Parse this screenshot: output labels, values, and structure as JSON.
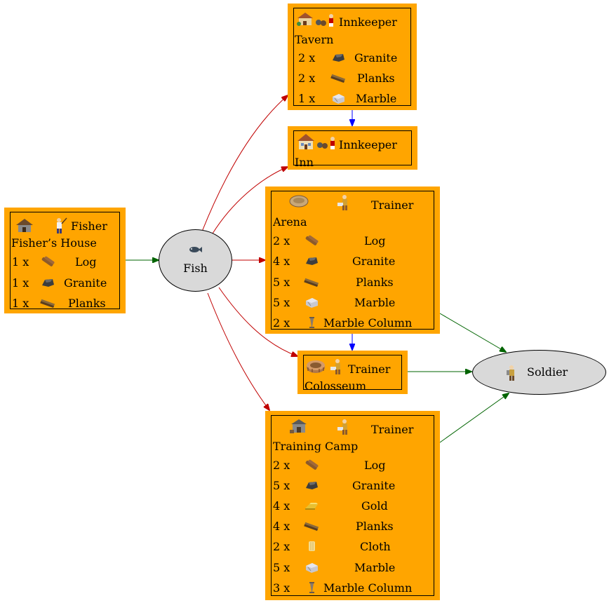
{
  "colors": {
    "building": "#ffa500",
    "ware": "#d9d9d9",
    "input_edge": "#008000",
    "output_edge": "#c00000",
    "upgrade_edge": "#0000ff"
  },
  "fishers_house": {
    "worker": "Fisher",
    "name": "Fisher’s House",
    "building_icon": "house-icon",
    "worker_icon": "fisher-icon",
    "costs": [
      {
        "qty": "1 x",
        "name": "Log",
        "icon": "log-icon"
      },
      {
        "qty": "1 x",
        "name": "Granite",
        "icon": "granite-icon"
      },
      {
        "qty": "1 x",
        "name": "Planks",
        "icon": "planks-icon"
      }
    ]
  },
  "fish": {
    "label": "Fish",
    "icon": "fish-icon"
  },
  "soldier": {
    "label": "Soldier",
    "icon": "soldier-icon"
  },
  "tavern": {
    "worker": "Innkeeper",
    "name": "Tavern",
    "building_icon": "tavern-icon",
    "worker_icon": "innkeeper-icon",
    "costs": [
      {
        "qty": "2 x",
        "name": "Granite",
        "icon": "granite-icon"
      },
      {
        "qty": "2 x",
        "name": "Planks",
        "icon": "planks-icon"
      },
      {
        "qty": "1 x",
        "name": "Marble",
        "icon": "marble-icon"
      }
    ]
  },
  "inn": {
    "worker": "Innkeeper",
    "name": "Inn",
    "building_icon": "inn-icon",
    "worker_icon": "innkeeper-icon"
  },
  "arena": {
    "worker": "Trainer",
    "name": "Arena",
    "building_icon": "arena-icon",
    "worker_icon": "trainer-icon",
    "costs": [
      {
        "qty": "2 x",
        "name": "Log",
        "icon": "log-icon"
      },
      {
        "qty": "4 x",
        "name": "Granite",
        "icon": "granite-icon"
      },
      {
        "qty": "5 x",
        "name": "Planks",
        "icon": "planks-icon"
      },
      {
        "qty": "5 x",
        "name": "Marble",
        "icon": "marble-icon"
      },
      {
        "qty": "2 x",
        "name": "Marble Column",
        "icon": "marble-column-icon"
      }
    ]
  },
  "colosseum": {
    "worker": "Trainer",
    "name": "Colosseum",
    "building_icon": "colosseum-icon",
    "worker_icon": "trainer-icon"
  },
  "training_camp": {
    "worker": "Trainer",
    "name": "Training Camp",
    "building_icon": "training-camp-icon",
    "worker_icon": "trainer-icon",
    "costs": [
      {
        "qty": "2 x",
        "name": "Log",
        "icon": "log-icon"
      },
      {
        "qty": "5 x",
        "name": "Granite",
        "icon": "granite-icon"
      },
      {
        "qty": "4 x",
        "name": "Gold",
        "icon": "gold-icon"
      },
      {
        "qty": "4 x",
        "name": "Planks",
        "icon": "planks-icon"
      },
      {
        "qty": "2 x",
        "name": "Cloth",
        "icon": "cloth-icon"
      },
      {
        "qty": "5 x",
        "name": "Marble",
        "icon": "marble-icon"
      },
      {
        "qty": "3 x",
        "name": "Marble Column",
        "icon": "marble-column-icon"
      }
    ]
  }
}
